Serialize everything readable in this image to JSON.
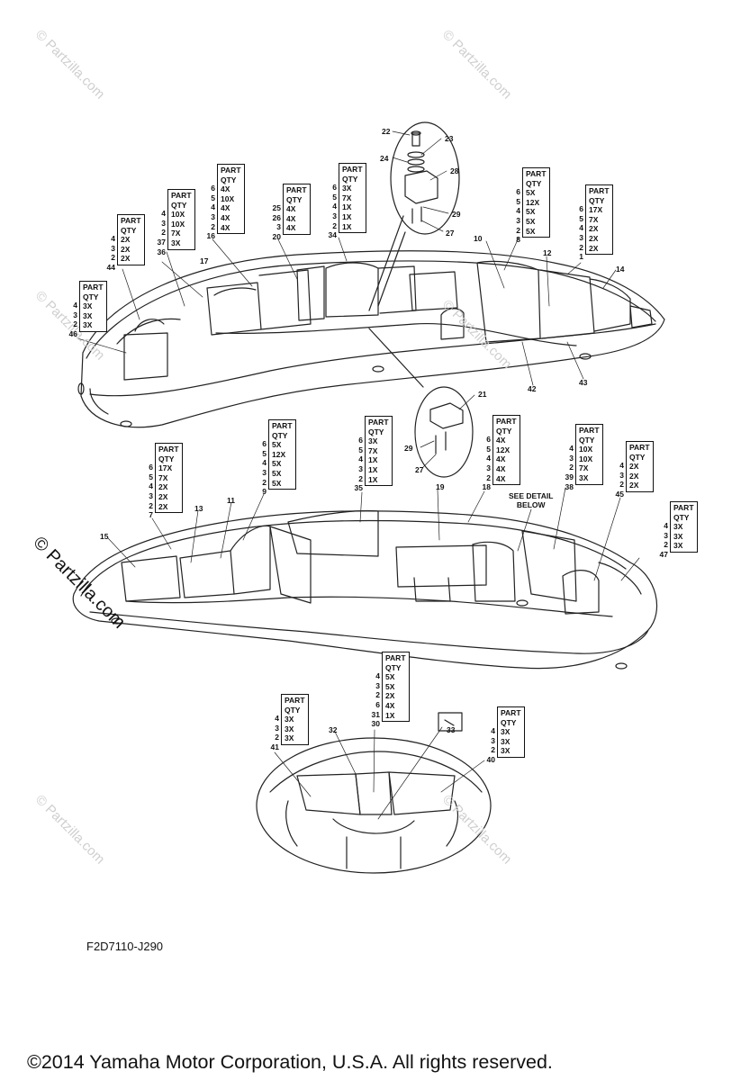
{
  "watermark": {
    "text": "© Partzilla.com",
    "large_text": "© Partzilla.com"
  },
  "diagram_code": "F2D7110-J290",
  "copyright": "©2014  Yamaha Motor Corporation, U.S.A. All rights reserved.",
  "see_detail": [
    "SEE DETAIL",
    "BELOW"
  ],
  "qty_tables": [
    {
      "id": "t44",
      "header": [
        "PART",
        "QTY"
      ],
      "parts": [
        "4",
        "3",
        "2"
      ],
      "qtys": [
        "2X",
        "2X",
        "2X"
      ],
      "footer": "44"
    },
    {
      "id": "t36",
      "header": [
        "PART",
        "QTY"
      ],
      "parts": [
        "4",
        "3",
        "2",
        "37"
      ],
      "qtys": [
        "10X",
        "10X",
        "7X",
        "3X"
      ],
      "footer": "36"
    },
    {
      "id": "t16",
      "header": [
        "PART",
        "QTY"
      ],
      "parts": [
        "6",
        "5",
        "4",
        "3",
        "2"
      ],
      "qtys": [
        "4X",
        "10X",
        "4X",
        "4X",
        "4X"
      ],
      "footer": "16"
    },
    {
      "id": "t20",
      "header": [
        "PART",
        "QTY"
      ],
      "parts": [
        "25",
        "26",
        "3"
      ],
      "qtys": [
        "4X",
        "4X",
        "4X"
      ],
      "footer": "20"
    },
    {
      "id": "t34",
      "header": [
        "PART",
        "QTY"
      ],
      "parts": [
        "6",
        "5",
        "4",
        "3",
        "2"
      ],
      "qtys": [
        "3X",
        "7X",
        "1X",
        "1X",
        "1X"
      ],
      "footer": "34"
    },
    {
      "id": "t8",
      "header": [
        "PART",
        "QTY"
      ],
      "parts": [
        "6",
        "5",
        "4",
        "3",
        "2"
      ],
      "qtys": [
        "5X",
        "12X",
        "5X",
        "5X",
        "5X"
      ],
      "footer": "8"
    },
    {
      "id": "t1",
      "header": [
        "PART",
        "QTY"
      ],
      "parts": [
        "6",
        "5",
        "4",
        "3",
        "2"
      ],
      "qtys": [
        "17X",
        "7X",
        "2X",
        "2X",
        "2X"
      ],
      "footer": "1"
    },
    {
      "id": "t46",
      "header": [
        "PART",
        "QTY"
      ],
      "parts": [
        "4",
        "3",
        "2"
      ],
      "qtys": [
        "3X",
        "3X",
        "3X"
      ],
      "footer": "46"
    },
    {
      "id": "t9",
      "header": [
        "PART",
        "QTY"
      ],
      "parts": [
        "6",
        "5",
        "4",
        "3",
        "2"
      ],
      "qtys": [
        "5X",
        "12X",
        "5X",
        "5X",
        "5X"
      ],
      "footer": "9"
    },
    {
      "id": "t7",
      "header": [
        "PART",
        "QTY"
      ],
      "parts": [
        "6",
        "5",
        "4",
        "3",
        "2"
      ],
      "qtys": [
        "17X",
        "7X",
        "2X",
        "2X",
        "2X"
      ],
      "footer": "7"
    },
    {
      "id": "t35",
      "header": [
        "PART",
        "QTY"
      ],
      "parts": [
        "6",
        "5",
        "4",
        "3",
        "2"
      ],
      "qtys": [
        "3X",
        "7X",
        "1X",
        "1X",
        "1X"
      ],
      "footer": "35"
    },
    {
      "id": "t18",
      "header": [
        "PART",
        "QTY"
      ],
      "parts": [
        "6",
        "5",
        "4",
        "3",
        "2"
      ],
      "qtys": [
        "4X",
        "12X",
        "4X",
        "4X",
        "4X"
      ],
      "footer": "18"
    },
    {
      "id": "t38",
      "header": [
        "PART",
        "QTY"
      ],
      "parts": [
        "4",
        "3",
        "2",
        "39"
      ],
      "qtys": [
        "10X",
        "10X",
        "7X",
        "3X"
      ],
      "footer": "38"
    },
    {
      "id": "t45",
      "header": [
        "PART",
        "QTY"
      ],
      "parts": [
        "4",
        "3",
        "2"
      ],
      "qtys": [
        "2X",
        "2X",
        "2X"
      ],
      "footer": "45"
    },
    {
      "id": "t47",
      "header": [
        "PART",
        "QTY"
      ],
      "parts": [
        "4",
        "3",
        "2"
      ],
      "qtys": [
        "3X",
        "3X",
        "3X"
      ],
      "footer": "47"
    },
    {
      "id": "t30",
      "header": [
        "PART",
        "QTY"
      ],
      "parts": [
        "4",
        "3",
        "2",
        "6",
        "31"
      ],
      "qtys": [
        "5X",
        "5X",
        "2X",
        "4X",
        "1X"
      ],
      "footer": "30"
    },
    {
      "id": "t41",
      "header": [
        "PART",
        "QTY"
      ],
      "parts": [
        "4",
        "3",
        "2"
      ],
      "qtys": [
        "3X",
        "3X",
        "3X"
      ],
      "footer": "41"
    },
    {
      "id": "t40",
      "header": [
        "PART",
        "QTY"
      ],
      "parts": [
        "4",
        "3",
        "2"
      ],
      "qtys": [
        "3X",
        "3X",
        "3X"
      ],
      "footer": "40"
    }
  ],
  "callouts": [
    "22",
    "23",
    "24",
    "28",
    "29",
    "27",
    "10",
    "12",
    "14",
    "17",
    "43",
    "42",
    "21",
    "29",
    "27",
    "15",
    "13",
    "11",
    "19",
    "32",
    "33"
  ]
}
